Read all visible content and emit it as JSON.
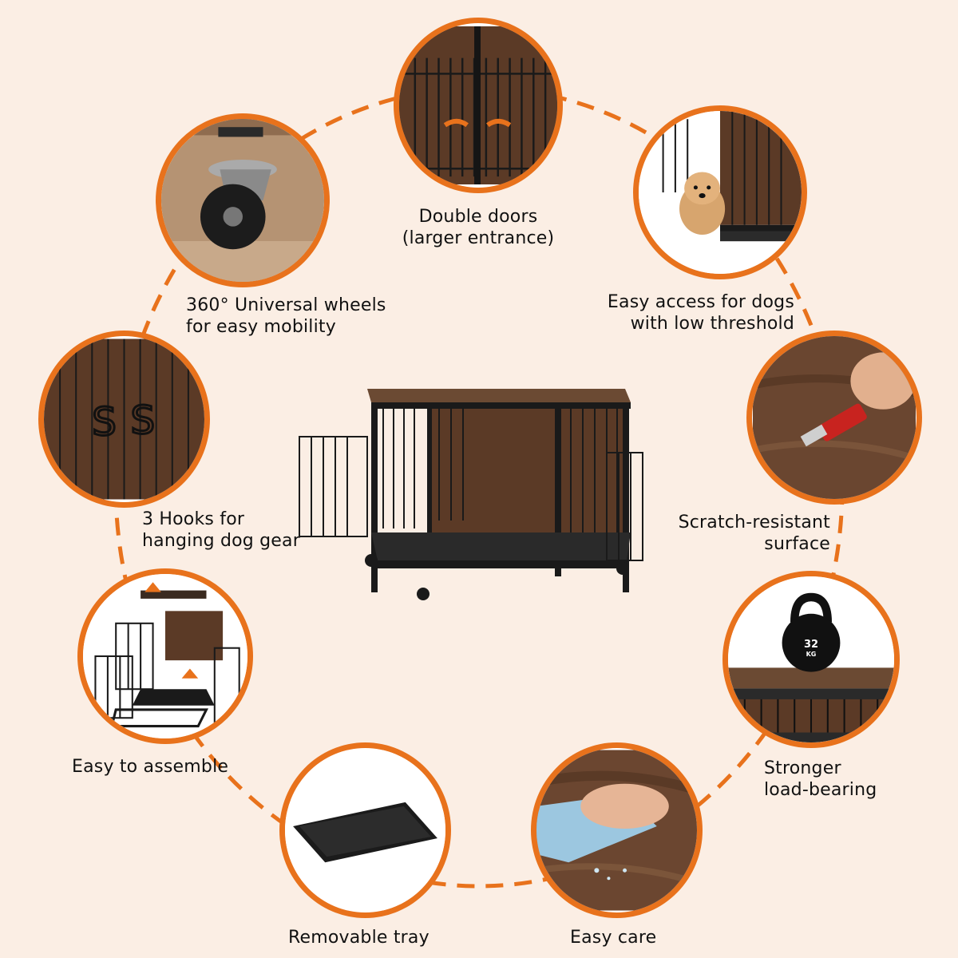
{
  "features": {
    "double_doors": {
      "line1": "Double doors",
      "line2": "(larger entrance)"
    },
    "wheels": {
      "line1": "360° Universal wheels",
      "line2": "for easy mobility"
    },
    "easy_access": {
      "line1": "Easy access for dogs",
      "line2": "with low threshold"
    },
    "hooks": {
      "line1": "3 Hooks for",
      "line2": "hanging dog gear"
    },
    "scratch": {
      "line1": "Scratch-resistant",
      "line2": "surface"
    },
    "assemble": {
      "line1": "Easy to assemble"
    },
    "load": {
      "line1": "Stronger",
      "line2": "load-bearing"
    },
    "tray": {
      "line1": "Removable tray"
    },
    "care": {
      "line1": "Easy care"
    }
  },
  "kettlebell_text": {
    "weight": "32",
    "unit": "KG"
  },
  "colors": {
    "accent": "#e8721c",
    "background": "#fbeee4",
    "wood": "#5a3a24",
    "metal": "#1d1d1d"
  }
}
